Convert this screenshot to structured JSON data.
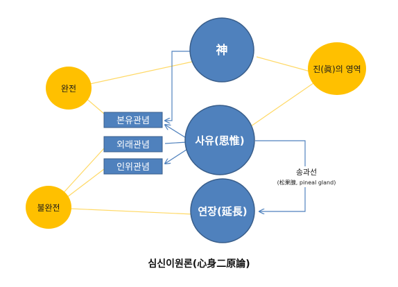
{
  "nodes": {
    "god": "神",
    "thought": "사유(思惟)",
    "extension": "연장(延長)",
    "complete": "완전",
    "incomplete": "불완전",
    "truth": "진(眞)의 영역"
  },
  "ideas": {
    "innate": "본유관념",
    "adventitious": "외래관념",
    "factitious": "인위관념"
  },
  "pineal": {
    "label": "송과선",
    "sub": "(松果腺, pineal gland)"
  },
  "caption": "심신이원론(心身二原論)",
  "colors": {
    "blue_fill": "#4F81BD",
    "blue_stroke": "#385D8A",
    "orange_fill": "#FFC000",
    "line_orange": "#FFD966",
    "line_blue": "#4F81BD"
  }
}
